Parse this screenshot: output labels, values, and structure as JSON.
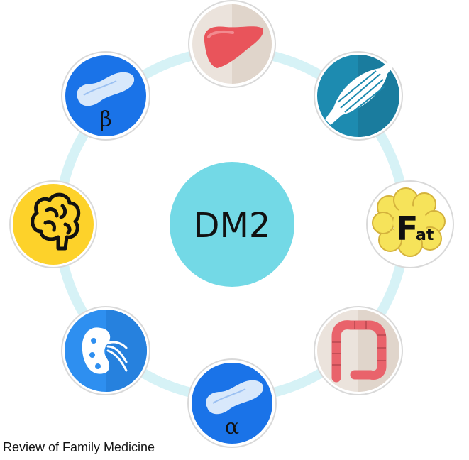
{
  "colors": {
    "ring": "#d6f2f6",
    "center_fill": "#73d9e6",
    "node_border": "#d9d9d9",
    "blue_icon": "#1a73e8",
    "muscle_teal": "#1d8bb0",
    "brain_yellow": "#fdd22a",
    "beige": "#ebe3dc",
    "liver_red": "#e9545b"
  },
  "center": {
    "label": "DM2"
  },
  "nodes": [
    {
      "id": "liver",
      "icon": "liver-icon"
    },
    {
      "id": "muscle",
      "icon": "muscle-icon"
    },
    {
      "id": "fat",
      "icon": "fat-tissue-icon",
      "label_big": "F",
      "label_small": "at"
    },
    {
      "id": "gut",
      "icon": "intestine-icon"
    },
    {
      "id": "alpha",
      "icon": "pancreas-icon",
      "label": "α"
    },
    {
      "id": "kidney",
      "icon": "kidney-icon"
    },
    {
      "id": "brain",
      "icon": "brain-icon"
    },
    {
      "id": "beta",
      "icon": "pancreas-icon",
      "label": "β"
    }
  ],
  "credit": "Review of Family Medicine"
}
